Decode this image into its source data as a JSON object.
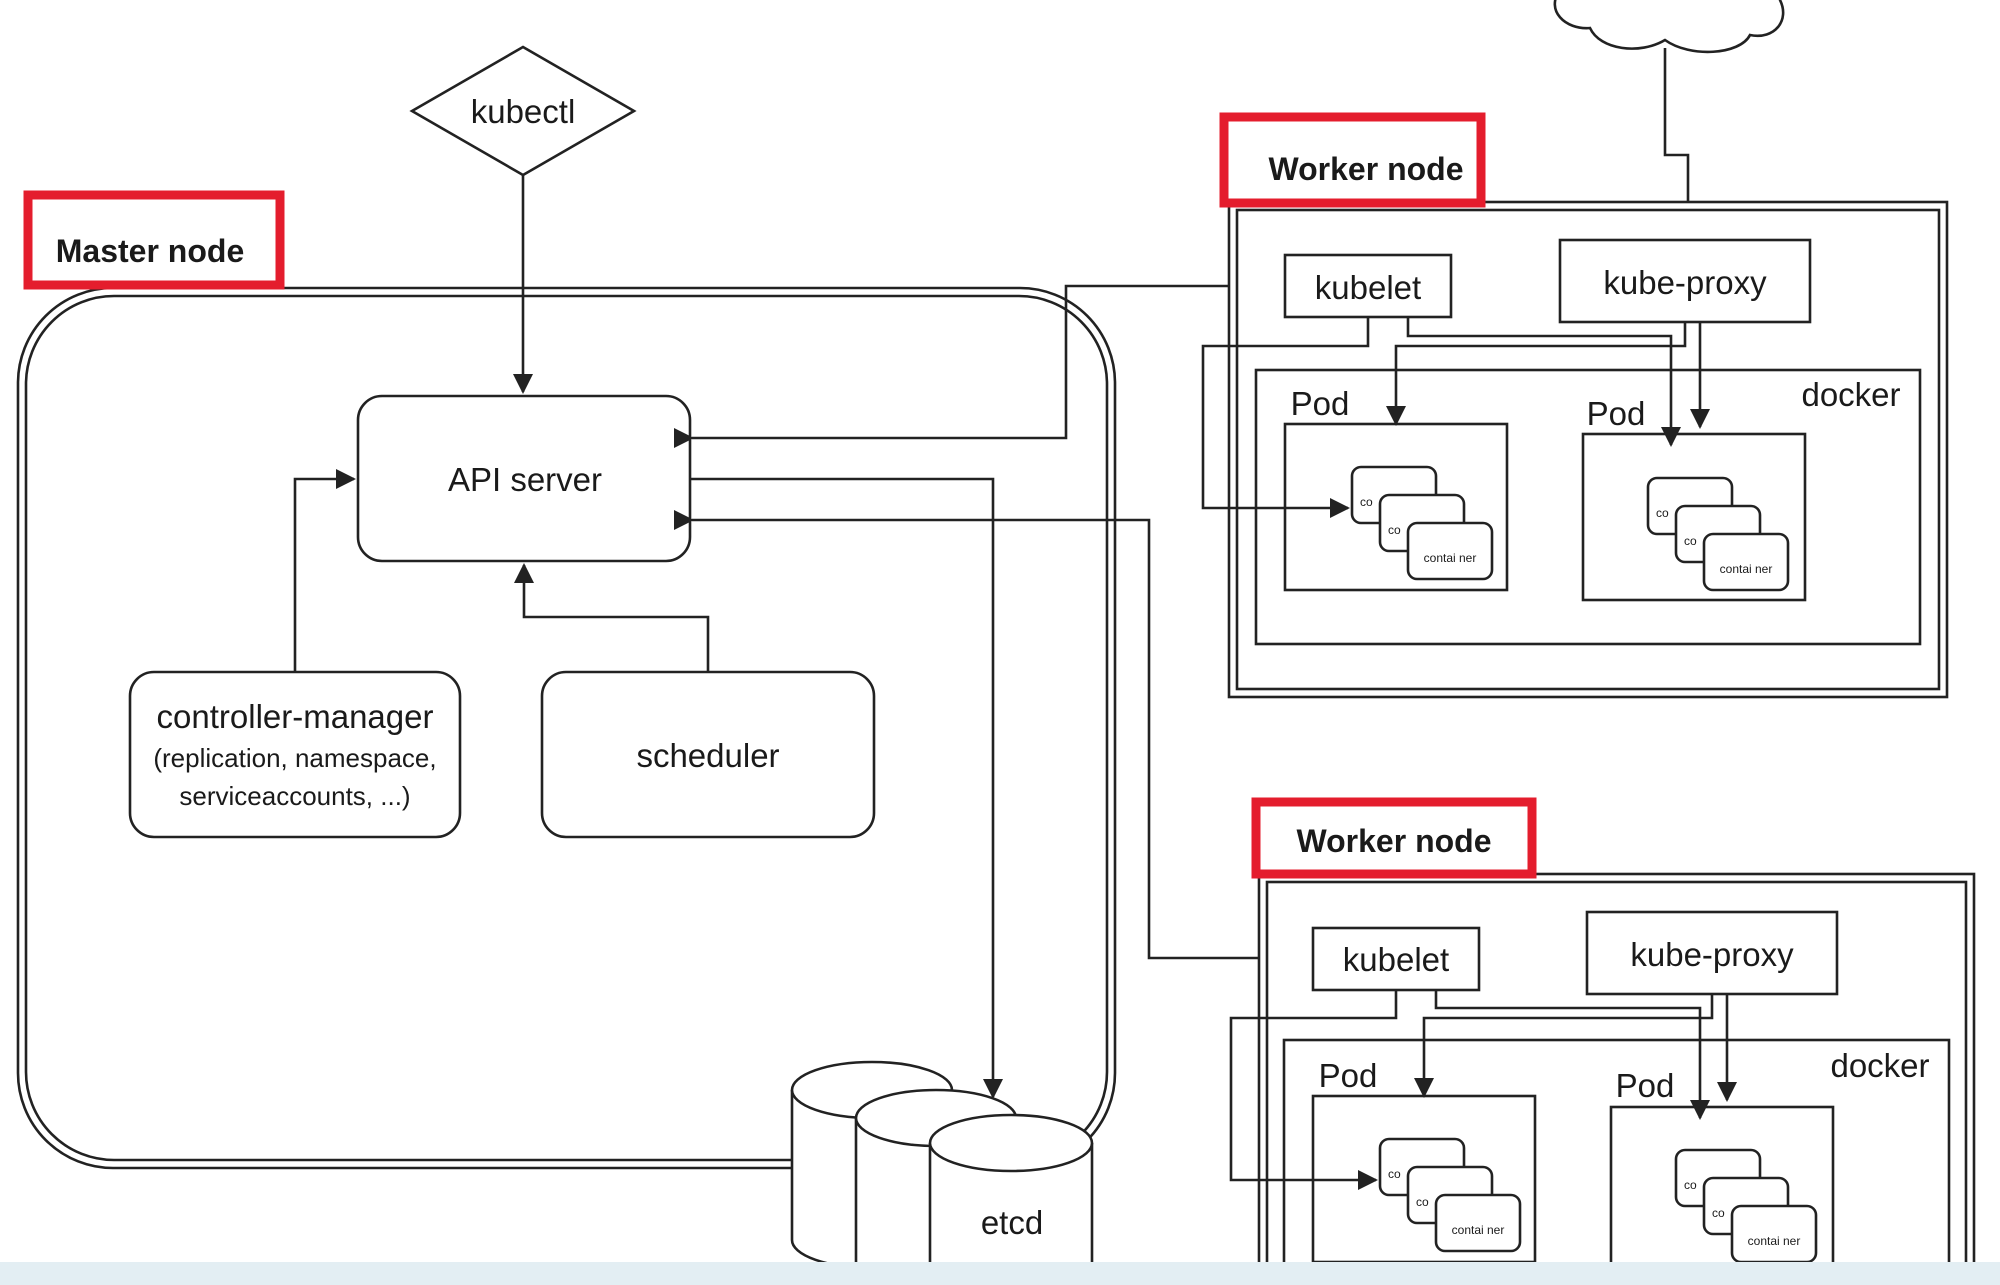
{
  "labels": {
    "kubectl": "kubectl",
    "master_node": "Master node",
    "api_server": "API server",
    "controller_manager": "controller-manager",
    "controller_manager_sub1": "(replication, namespace,",
    "controller_manager_sub2": "serviceaccounts, ...)",
    "scheduler": "scheduler",
    "etcd": "etcd",
    "worker_node": "Worker node",
    "kubelet": "kubelet",
    "kube_proxy": "kube-proxy",
    "docker": "docker",
    "pod": "Pod",
    "container": "contai ner",
    "container_partial": "co"
  },
  "colors": {
    "highlight_border": "#e41d2d",
    "line": "#222222",
    "background": "#ffffff"
  },
  "diagram": {
    "nodes": [
      {
        "id": "kubectl",
        "shape": "diamond"
      },
      {
        "id": "master_node",
        "shape": "rounded-container",
        "highlighted": true
      },
      {
        "id": "api_server",
        "shape": "rounded-rect"
      },
      {
        "id": "controller_manager",
        "shape": "rounded-rect"
      },
      {
        "id": "scheduler",
        "shape": "rounded-rect"
      },
      {
        "id": "etcd",
        "shape": "cylinder-stack"
      },
      {
        "id": "worker_node_1",
        "shape": "double-rect",
        "highlighted": true
      },
      {
        "id": "worker_node_2",
        "shape": "double-rect",
        "highlighted": true
      },
      {
        "id": "internet",
        "shape": "cloud"
      }
    ],
    "edges": [
      {
        "from": "kubectl",
        "to": "api_server"
      },
      {
        "from": "controller_manager",
        "to": "api_server"
      },
      {
        "from": "scheduler",
        "to": "api_server"
      },
      {
        "from": "api_server",
        "to": "etcd"
      },
      {
        "from": "api_server",
        "to": "worker_node_1.kubelet"
      },
      {
        "from": "worker_node_1.kubelet",
        "to": "api_server"
      },
      {
        "from": "api_server",
        "to": "worker_node_2.kubelet"
      },
      {
        "from": "worker_node_2.kubelet",
        "to": "api_server"
      },
      {
        "from": "internet",
        "to": "worker_node_1.kube_proxy"
      },
      {
        "from": "kubelet",
        "to": "pod"
      },
      {
        "from": "kube_proxy",
        "to": "pod"
      }
    ]
  }
}
